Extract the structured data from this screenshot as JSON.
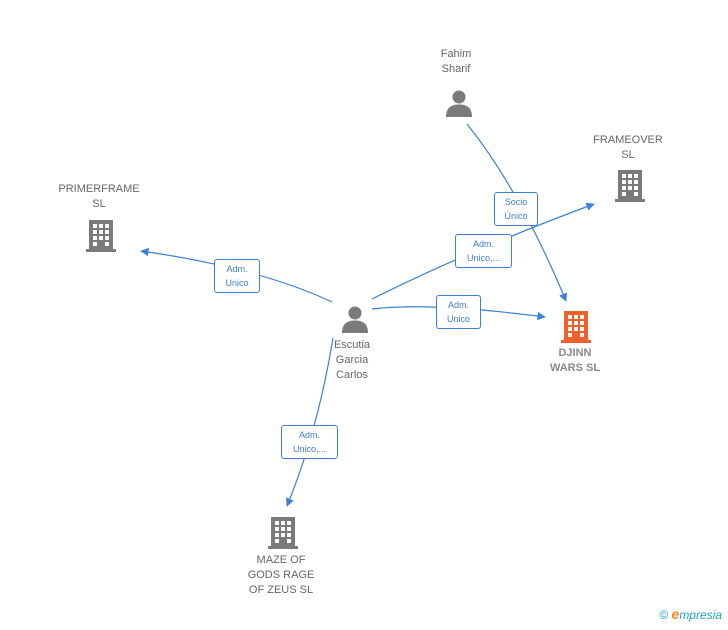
{
  "nodes": {
    "fahim": {
      "label": "Fahim\nSharif",
      "type": "person"
    },
    "frameover": {
      "label": "FRAMEOVER\nSL",
      "type": "company"
    },
    "primerframe": {
      "label": "PRIMERFRAME\nSL",
      "type": "company"
    },
    "escutia": {
      "label": "Escutia\nGarcia\nCarlos",
      "type": "person"
    },
    "djinn": {
      "label": "DJINN\nWARS  SL",
      "type": "company",
      "focus": true
    },
    "maze": {
      "label": "MAZE OF\nGODS RAGE\nOF ZEUS  SL",
      "type": "company"
    }
  },
  "edges": [
    {
      "from": "escutia",
      "to": "primerframe",
      "label": "Adm.\nUnico"
    },
    {
      "from": "escutia",
      "to": "frameover",
      "label": "Adm.\nUnico,..."
    },
    {
      "from": "escutia",
      "to": "djinn",
      "label": "Adm.\nUnico"
    },
    {
      "from": "fahim",
      "to": "djinn",
      "label": "Socio\nÚnico"
    },
    {
      "from": "escutia",
      "to": "maze",
      "label": "Adm.\nUnico,..."
    }
  ],
  "colors": {
    "edge": "#3b82d6",
    "icon_default": "#7a7a7a",
    "icon_focus": "#f0602a"
  },
  "icons": {
    "person": "person-icon",
    "company": "building-icon"
  },
  "brand": {
    "copyright": "©",
    "e": "e",
    "rest": "mpresia"
  }
}
